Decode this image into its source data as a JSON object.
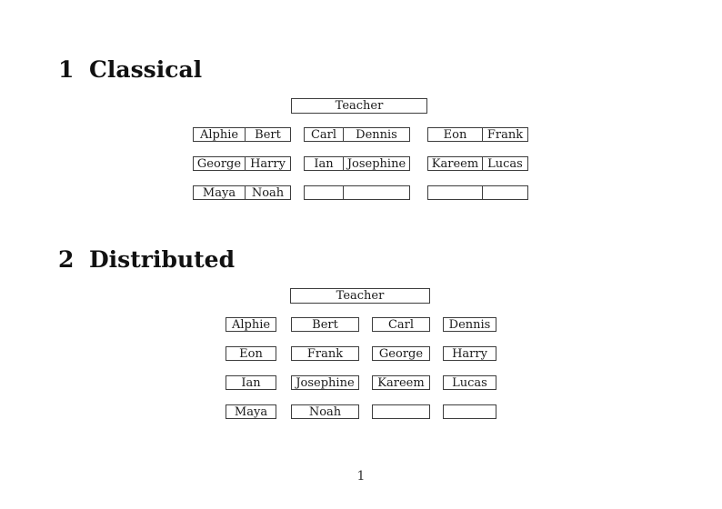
{
  "colors": {
    "border": "#3d3d3d",
    "text": "#1a1a1a",
    "background": "#ffffff"
  },
  "page": {
    "page_number": "1"
  },
  "sections": {
    "classical": {
      "number": "1",
      "title": "Classical",
      "teacher_label": "Teacher",
      "rows": [
        {
          "groups": [
            {
              "cells": [
                "Alphie",
                "Bert"
              ]
            },
            {
              "cells": [
                "Carl",
                "Dennis"
              ]
            },
            {
              "cells": [
                "Eon",
                "Frank"
              ]
            }
          ]
        },
        {
          "groups": [
            {
              "cells": [
                "George",
                "Harry"
              ]
            },
            {
              "cells": [
                "Ian",
                "Josephine"
              ]
            },
            {
              "cells": [
                "Kareem",
                "Lucas"
              ]
            }
          ]
        },
        {
          "groups": [
            {
              "cells": [
                "Maya",
                "Noah"
              ]
            },
            {
              "cells": [
                "",
                ""
              ]
            },
            {
              "cells": [
                "",
                ""
              ]
            }
          ]
        }
      ]
    },
    "distributed": {
      "number": "2",
      "title": "Distributed",
      "teacher_label": "Teacher",
      "rows": [
        {
          "cells": [
            "Alphie",
            "Bert",
            "Carl",
            "Dennis"
          ]
        },
        {
          "cells": [
            "Eon",
            "Frank",
            "George",
            "Harry"
          ]
        },
        {
          "cells": [
            "Ian",
            "Josephine",
            "Kareem",
            "Lucas"
          ]
        },
        {
          "cells": [
            "Maya",
            "Noah",
            "",
            ""
          ]
        }
      ]
    }
  }
}
